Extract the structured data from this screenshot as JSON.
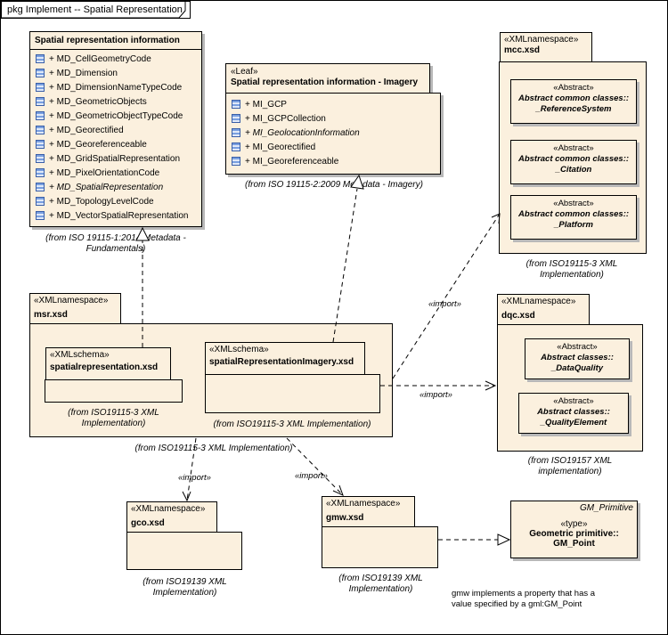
{
  "diagram_title": "pkg Implement -- Spatial Representation",
  "spatial_rep_info": {
    "title": "Spatial representation information",
    "items": [
      {
        "label": "+ MD_CellGeometryCode",
        "italic": false
      },
      {
        "label": "+ MD_Dimension",
        "italic": false
      },
      {
        "label": "+ MD_DimensionNameTypeCode",
        "italic": false
      },
      {
        "label": "+ MD_GeometricObjects",
        "italic": false
      },
      {
        "label": "+ MD_GeometricObjectTypeCode",
        "italic": false
      },
      {
        "label": "+ MD_Georectified",
        "italic": false
      },
      {
        "label": "+ MD_Georeferenceable",
        "italic": false
      },
      {
        "label": "+ MD_GridSpatialRepresentation",
        "italic": false
      },
      {
        "label": "+ MD_PixelOrientationCode",
        "italic": false
      },
      {
        "label": "+ MD_SpatialRepresentation",
        "italic": true
      },
      {
        "label": "+ MD_TopologyLevelCode",
        "italic": false
      },
      {
        "label": "+ MD_VectorSpatialRepresentation",
        "italic": false
      }
    ],
    "from_line1": "(from ISO 19115-1:2014 Metadata -",
    "from_line2": "Fundamentals)"
  },
  "imagery": {
    "stereotype": "«Leaf»",
    "title": "Spatial representation information - Imagery",
    "items": [
      {
        "label": "+ MI_GCP",
        "italic": false
      },
      {
        "label": "+ MI_GCPCollection",
        "italic": false
      },
      {
        "label": "+ MI_GeolocationInformation",
        "italic": true
      },
      {
        "label": "+ MI_Georectified",
        "italic": false
      },
      {
        "label": "+ MI_Georeferenceable",
        "italic": false
      }
    ],
    "from": "(from ISO 19115-2:2009 Metadata - Imagery)"
  },
  "mcc": {
    "stereotype": "«XMLnamespace»",
    "name": "mcc.xsd",
    "classes": [
      {
        "stereo": "«Abstract»",
        "line1": "Abstract common classes::",
        "line2": "_ReferenceSystem"
      },
      {
        "stereo": "«Abstract»",
        "line1": "Abstract common classes::",
        "line2": "_Citation"
      },
      {
        "stereo": "«Abstract»",
        "line1": "Abstract common classes::",
        "line2": "_Platform"
      }
    ],
    "from_line1": "(from ISO19115-3 XML",
    "from_line2": "Implementation)"
  },
  "msr": {
    "stereotype": "«XMLnamespace»",
    "name": "msr.xsd",
    "schema1": {
      "stereotype": "«XMLschema»",
      "name": "spatialrepresentation.xsd",
      "from_line1": "(from ISO19115-3 XML",
      "from_line2": "Implementation)"
    },
    "schema2": {
      "stereotype": "«XMLschema»",
      "name": "spatialRepresentationImagery.xsd",
      "from": "(from ISO19115-3 XML Implementation)"
    },
    "from": "(from ISO19115-3 XML Implementation)"
  },
  "dqc": {
    "stereotype": "«XMLnamespace»",
    "name": "dqc.xsd",
    "classes": [
      {
        "stereo": "«Abstract»",
        "line1": "Abstract classes::",
        "line2": "_DataQuality"
      },
      {
        "stereo": "«Abstract»",
        "line1": "Abstract classes::",
        "line2": "_QualityElement"
      }
    ],
    "from_line1": "(from ISO19157 XML",
    "from_line2": "implementation)"
  },
  "gco": {
    "stereotype": "«XMLnamespace»",
    "name": "gco.xsd",
    "from_line1": "(from ISO19139 XML",
    "from_line2": "Implementation)"
  },
  "gmw": {
    "stereotype": "«XMLnamespace»",
    "name": "gmw.xsd",
    "from_line1": "(from ISO19139 XML",
    "from_line2": "Implementation)"
  },
  "gm_point": {
    "package": "GM_Primitive",
    "stereotype": "«type»",
    "line1": "Geometric primitive::",
    "line2": "GM_Point"
  },
  "import_label": "«import»",
  "note": {
    "line1": "gmw implements a property that has a",
    "line2": "value specified by a gml:GM_Point"
  },
  "colors": {
    "fill": "#fbf0de",
    "shadow": "#b8b8b8",
    "icon": "#3a5fa8"
  }
}
